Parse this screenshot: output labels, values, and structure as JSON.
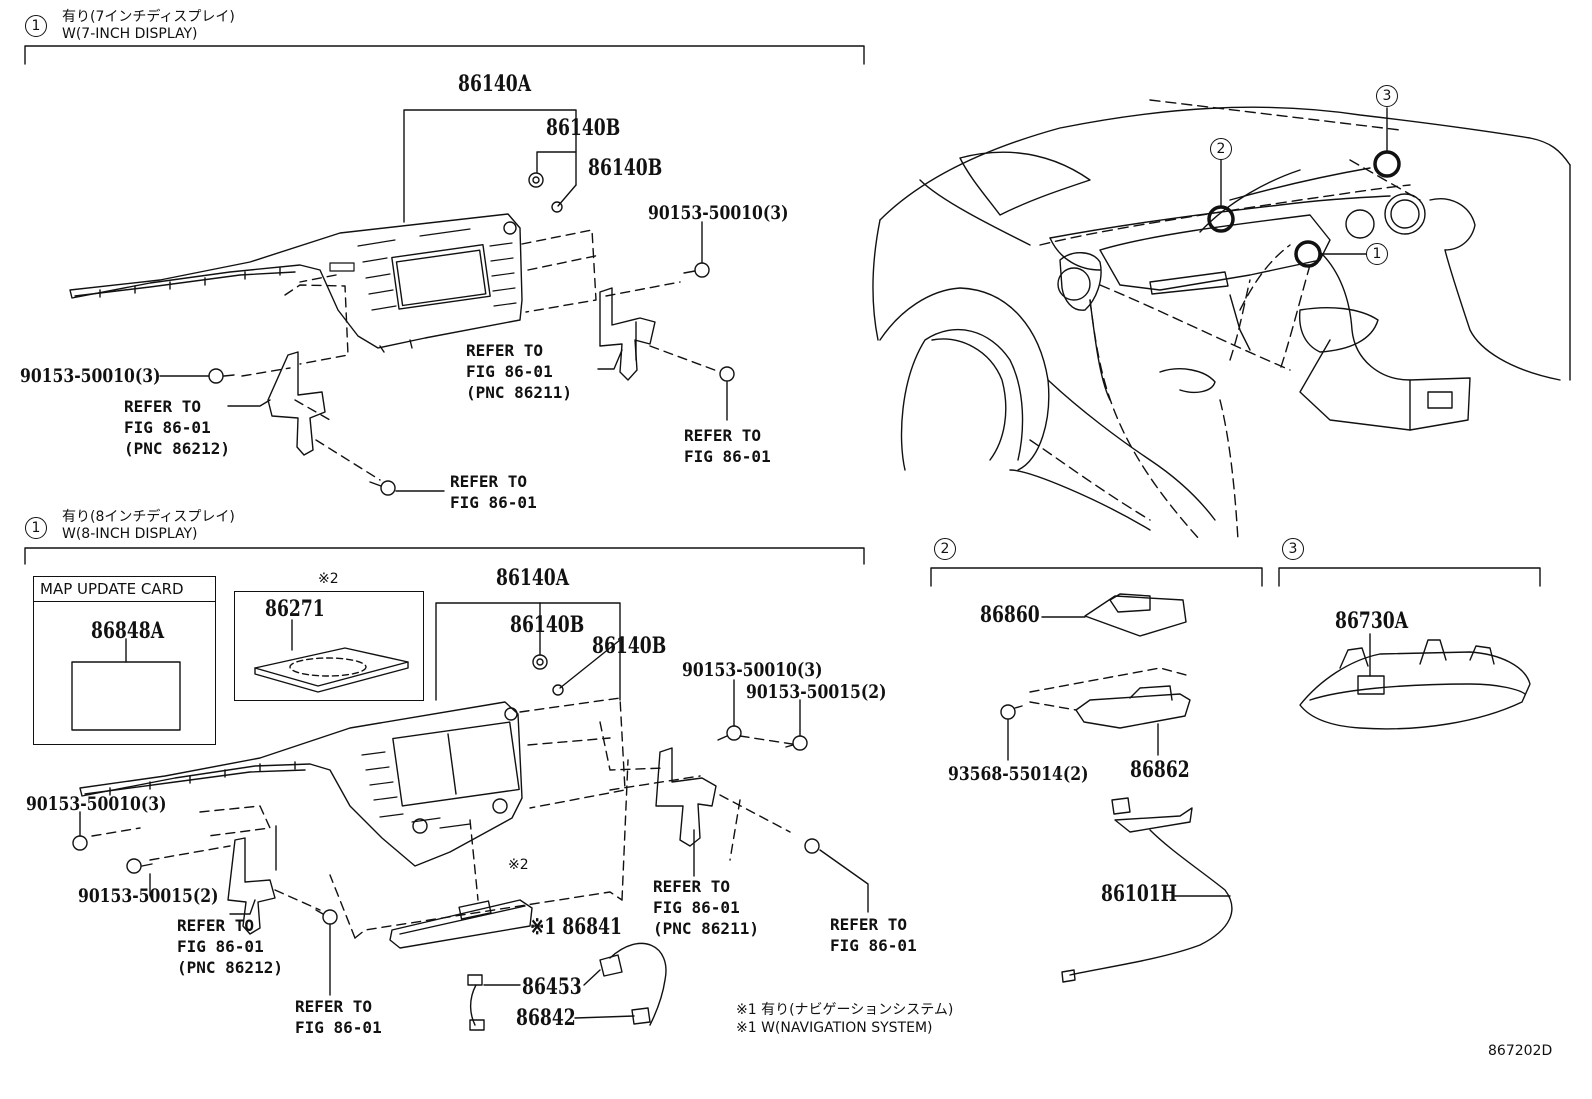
{
  "sections": {
    "s1": {
      "badge": "1",
      "jp": "有り(7インチディスプレイ)",
      "en": "W(7-INCH DISPLAY)"
    },
    "s2": {
      "badge": "1",
      "jp": "有り(8インチディスプレイ)",
      "en": "W(8-INCH DISPLAY)"
    },
    "r2": {
      "badge": "2"
    },
    "r3": {
      "badge": "3"
    }
  },
  "car_callouts": [
    "1",
    "2",
    "3"
  ],
  "labels7": {
    "p_86140a": "86140A",
    "p_86140b_1": "86140B",
    "p_86140b_2": "86140B",
    "p_90153_50010_right": "90153-50010(3)",
    "p_90153_50010_left": "90153-50010(3)",
    "ref_86211": "REFER TO\nFIG 86-01\n(PNC 86211)",
    "ref_86212": "REFER TO\nFIG 86-01\n(PNC 86212)",
    "ref_right": "REFER TO\nFIG 86-01",
    "ref_bottom": "REFER TO\nFIG 86-01"
  },
  "labels8": {
    "map_title": "MAP UPDATE CARD",
    "p_86848a": "86848A",
    "note2": "※2",
    "p_86271": "86271",
    "p_86140a": "86140A",
    "p_86140b_1": "86140B",
    "p_86140b_2": "86140B",
    "p_90153_50010_r": "90153-50010(3)",
    "p_90153_50015_r": "90153-50015(2)",
    "p_90153_50010_l": "90153-50010(3)",
    "p_90153_50015_l": "90153-50015(2)",
    "note2b": "※2",
    "p_86841": "※1 86841",
    "ref_86211": "REFER TO\nFIG 86-01\n(PNC 86211)",
    "ref_86212": "REFER TO\nFIG 86-01\n(PNC 86212)",
    "ref_right": "REFER TO\nFIG 86-01",
    "ref_bottom": "REFER TO\nFIG 86-01",
    "p_86453": "86453",
    "p_86842": "86842",
    "foot_jp": "※1 有り(ナビゲーションシステム)",
    "foot_en": "※1 W(NAVIGATION SYSTEM)"
  },
  "right": {
    "p_86860": "86860",
    "p_93568": "93568-55014(2)",
    "p_86862": "86862",
    "p_86101h": "86101H",
    "p_86730a": "86730A"
  },
  "figure_code": "867202D"
}
